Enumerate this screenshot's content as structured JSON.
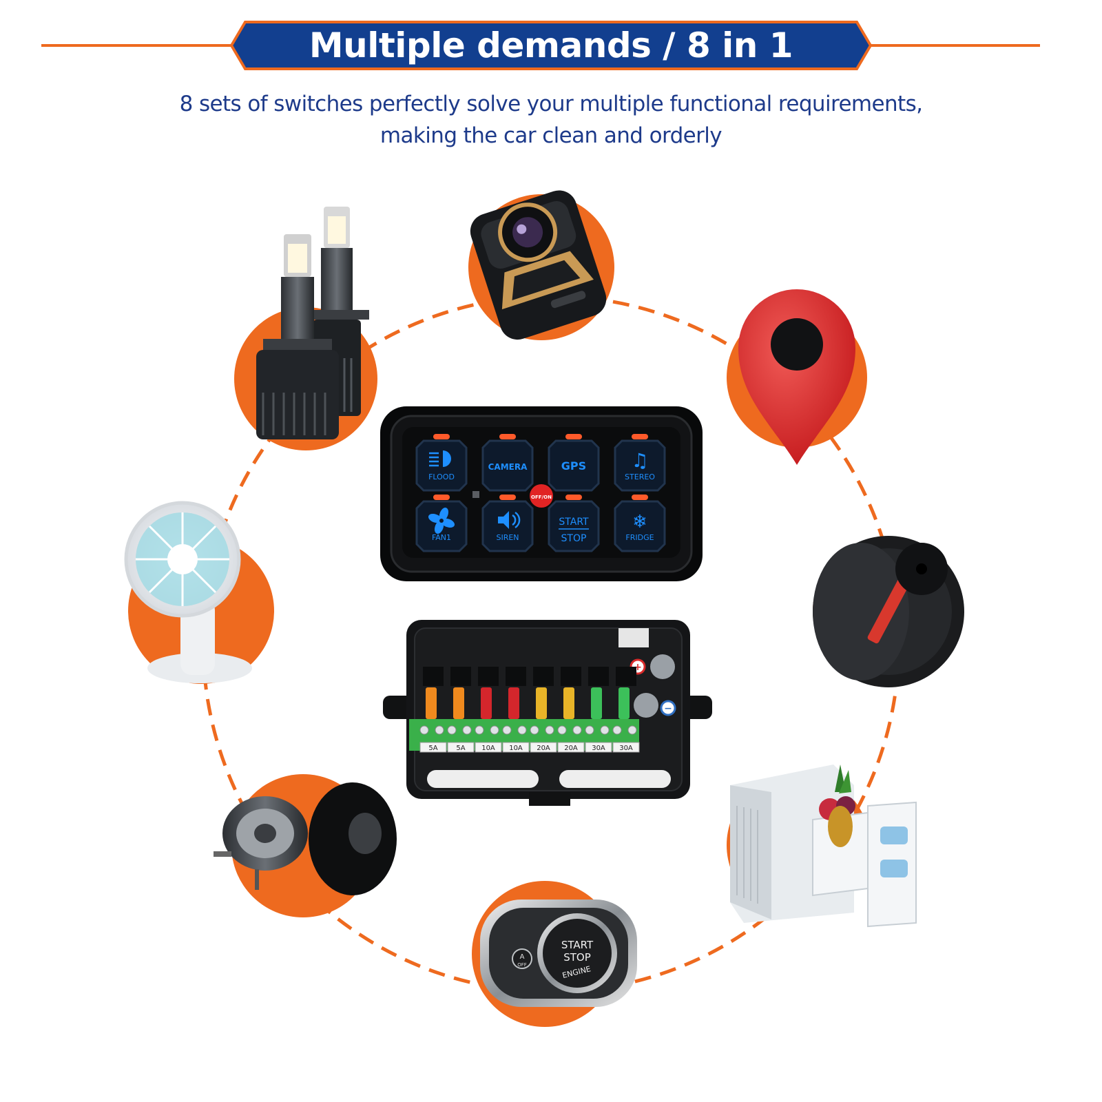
{
  "header": {
    "title": "Multiple demands / 8 in 1",
    "subtitle_line1": "8 sets of switches perfectly solve your multiple functional requirements,",
    "subtitle_line2": "making the car clean and orderly"
  },
  "colors": {
    "accent_orange": "#ee6a1f",
    "banner_blue": "#123f8f",
    "text_blue": "#1d3a8a",
    "panel_glow": "#1e8fff"
  },
  "switch_panel": {
    "power_label": "OFF/ON",
    "buttons": [
      {
        "label": "FLOOD",
        "icon": "floodlight-icon"
      },
      {
        "label": "CAMERA",
        "icon": "none"
      },
      {
        "label": "GPS",
        "icon": "none"
      },
      {
        "label": "STEREO",
        "icon": "music-note-icon"
      },
      {
        "label": "FAN1",
        "icon": "fan-icon"
      },
      {
        "label": "SIREN",
        "icon": "speaker-icon"
      },
      {
        "label": "START",
        "label2": "STOP",
        "icon": "none"
      },
      {
        "label": "FRIDGE",
        "icon": "snowflake-icon"
      }
    ]
  },
  "relay_box": {
    "fuse_ratings": [
      "5A",
      "5A",
      "10A",
      "10A",
      "20A",
      "20A",
      "30A",
      "30A"
    ],
    "terminal_plus": "+",
    "terminal_minus": "−"
  },
  "start_button": {
    "line1": "START",
    "line2": "STOP",
    "line3": "ENGINE",
    "off_label": "OFF",
    "auto_label": "A"
  },
  "devices": [
    {
      "name": "led-headlight-bulbs",
      "icon": "headlight-bulb-icon"
    },
    {
      "name": "dash-camera",
      "icon": "dashcam-icon"
    },
    {
      "name": "gps-locator",
      "icon": "map-pin-icon"
    },
    {
      "name": "car-speaker",
      "icon": "speaker-icon"
    },
    {
      "name": "mini-fridge",
      "icon": "fridge-icon"
    },
    {
      "name": "engine-start-button",
      "icon": "start-button-icon"
    },
    {
      "name": "car-horn",
      "icon": "horn-icon"
    },
    {
      "name": "clip-fan",
      "icon": "fan-icon"
    }
  ]
}
